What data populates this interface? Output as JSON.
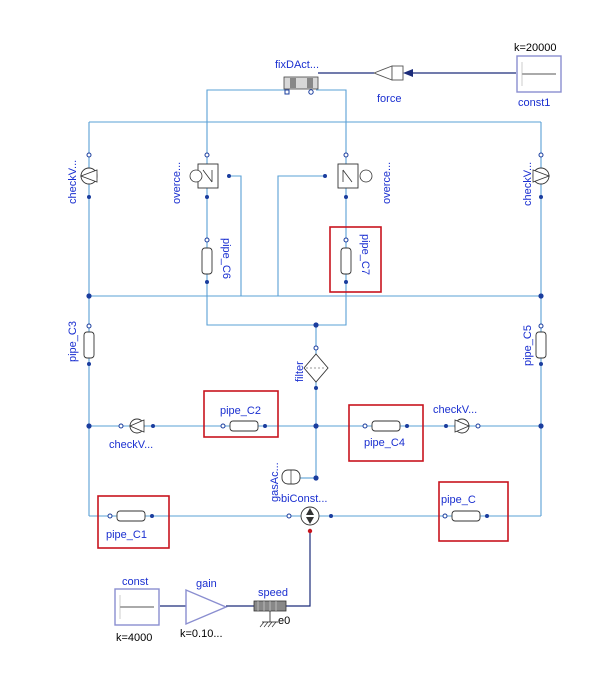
{
  "labels": {
    "fixDAct": "fixDAct...",
    "force": "force",
    "const1_k": "k=20000",
    "const1": "const1",
    "checkV_left_top": "checkV...",
    "overce_left": "overce...",
    "overce_right": "overce...",
    "checkV_right_top": "checkV...",
    "pipe_C6": "pipe_C6",
    "pipe_C7": "pipe_C7",
    "pipe_C3": "pipe_C3",
    "pipe_C5": "pipe_C5",
    "filter": "filter",
    "pipe_C2": "pipe_C2",
    "pipe_C4": "pipe_C4",
    "checkV_mid_left": "checkV...",
    "checkV_mid_right": "checkV...",
    "gasAc": "gasAc...",
    "biConst": "biConst...",
    "pipe_C1": "pipe_C1",
    "pipe_C": "pipe_C",
    "const": "const",
    "const_k": "k=4000",
    "gain": "gain",
    "gain_k": "k=0.10...",
    "speed": "speed",
    "e0": "e0"
  },
  "colors": {
    "label": "#1a2fd0",
    "hydraulic_wire": "#5aa0d6",
    "signal_wire": "#1c2c7a",
    "highlight": "#c8141e",
    "signal_block": "#8a8ed0"
  }
}
